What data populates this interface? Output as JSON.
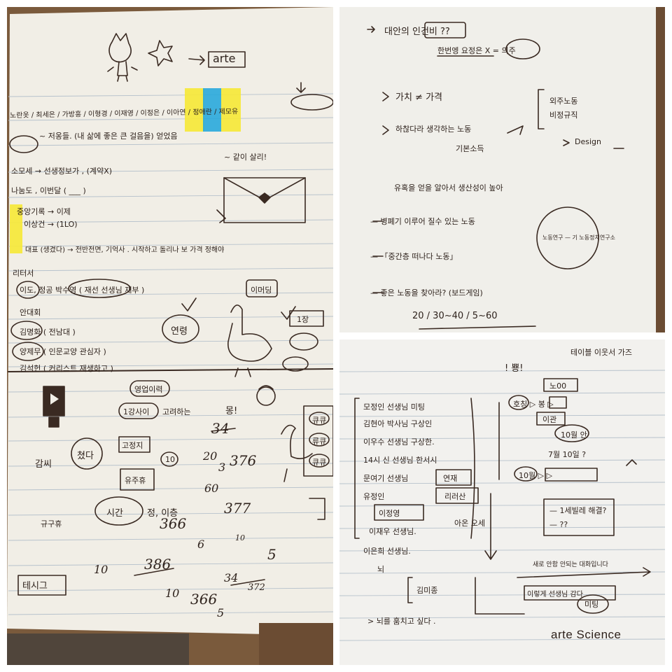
{
  "colors": {
    "paper_left": "#f1eee6",
    "paper_top_right": "#f0efea",
    "paper_bottom_right": "#f2f1ee",
    "ink": "#3a2a22",
    "highlight_yellow": "#f6e83a",
    "highlight_blue": "#29a8dc",
    "ruled_lines": "#b7c2cc",
    "desk": "#7a5a3c"
  },
  "panel_left": {
    "header": "arte",
    "row1": "노란옷 / 최세은 / 가방흥 / 이형경 / 이재영 / 이정은 / 이아연 / 정애란 / 제모유",
    "row2": "~ 저옹들. (내 삶에 좋은 큰 걸음을) 얻었음",
    "row3": "~ 같이 살리!",
    "row4": "소모세 → 선생정보가 , (계약X)",
    "row5": "나눔도 , 이번달 ( ___ )",
    "row6": "중앙기록 → 이제",
    "row7": "이상건 → (1LO)",
    "row8": "대표 (생겼다) → 전반전면, 기억사 . 시작하고 돌리나 보 가격 정해야",
    "row9": "리터서",
    "list": [
      "이도, 정공 박수영 ( 재선 선생님 재부 )",
      "안대회",
      "김명화 ( 전남대 )",
      "양제무 ( 인문교양 관심자 )",
      "김석헌 ( 커리스트 재생하고 )"
    ],
    "bubble_tag": "이머딩",
    "box_right": "1장",
    "boxed_word": "연령",
    "pill_top": "영업이력",
    "pill_bottom": "1강사이",
    "aside": "고려하는",
    "exclaim": "몽!",
    "circle_left": "쳤다",
    "label_left": "감씨",
    "box_mid": "고정지",
    "box_mid2": "유주휴",
    "circle_small": "10",
    "circle_bottom": "시간",
    "bottom_text": "정, 이층",
    "stack": [
      "큐큐",
      "류큐",
      "큐큐"
    ],
    "numbers": [
      "34",
      "20",
      "3",
      "376",
      "60",
      "377",
      "366",
      "6",
      "10",
      "5",
      "10",
      "386",
      "10",
      "366",
      "34",
      "5",
      "372"
    ],
    "box_bottom_left": "테시그",
    "tiny_left": "규구휴"
  },
  "panel_top_right": {
    "line1": "대안의 인건비 ??",
    "line2": "한번엥 요정은 X = 의주",
    "line3": "가치 ≠ 가격",
    "line4": "하찮다라 생각하는 노동",
    "line5": "기본소득",
    "side1": "외주노동",
    "side2": "비정규직",
    "side3": "Design",
    "line6": "유혹을 얻을 알아서 생산성이 높아",
    "line7": "— 병폐기 이루어 질수 있는 노동",
    "line8": "— 「중간층 떠나다 노동」",
    "line9": "— 좋은 노동을 찾아라? (보드게임)",
    "line10": "20 / 30~40 / 5~60",
    "circle": "노동연구 — 기 노동정치연구소"
  },
  "panel_bottom_right": {
    "top": "테이블 이웃서 가즈",
    "exclaim": "! 뿅!",
    "list": [
      "모정인 선생님 미팅",
      "김현아 박사님 구상인",
      "이우수 선생님 구상한.",
      "14시 신 선생님 한서시",
      "문여기 선생님",
      "유정인",
      "이정영",
      "이재우 선생님.",
      "이은희 선생님."
    ],
    "box1": "연재",
    "box2": "리러산",
    "tag": "아온 오세",
    "right_top": "노00",
    "right1": "호칭 ▷ 봉 ▷",
    "right2": "이관",
    "right3": "10월 안",
    "right4": "7월 10일 ?",
    "right5": "10월 ▷ ▷",
    "q1": "— 1세빌레 해결?",
    "q2": "— ??",
    "note": "새로 안함 안되는 대화입니다",
    "bracket": "김미종",
    "box_bottom": "이렇게 선생님 감다",
    "circle_bottom": "미팅",
    "footer": "> 뇌를 훔치고 싶다 .",
    "brand": "arte Science",
    "letter": "뇌"
  }
}
